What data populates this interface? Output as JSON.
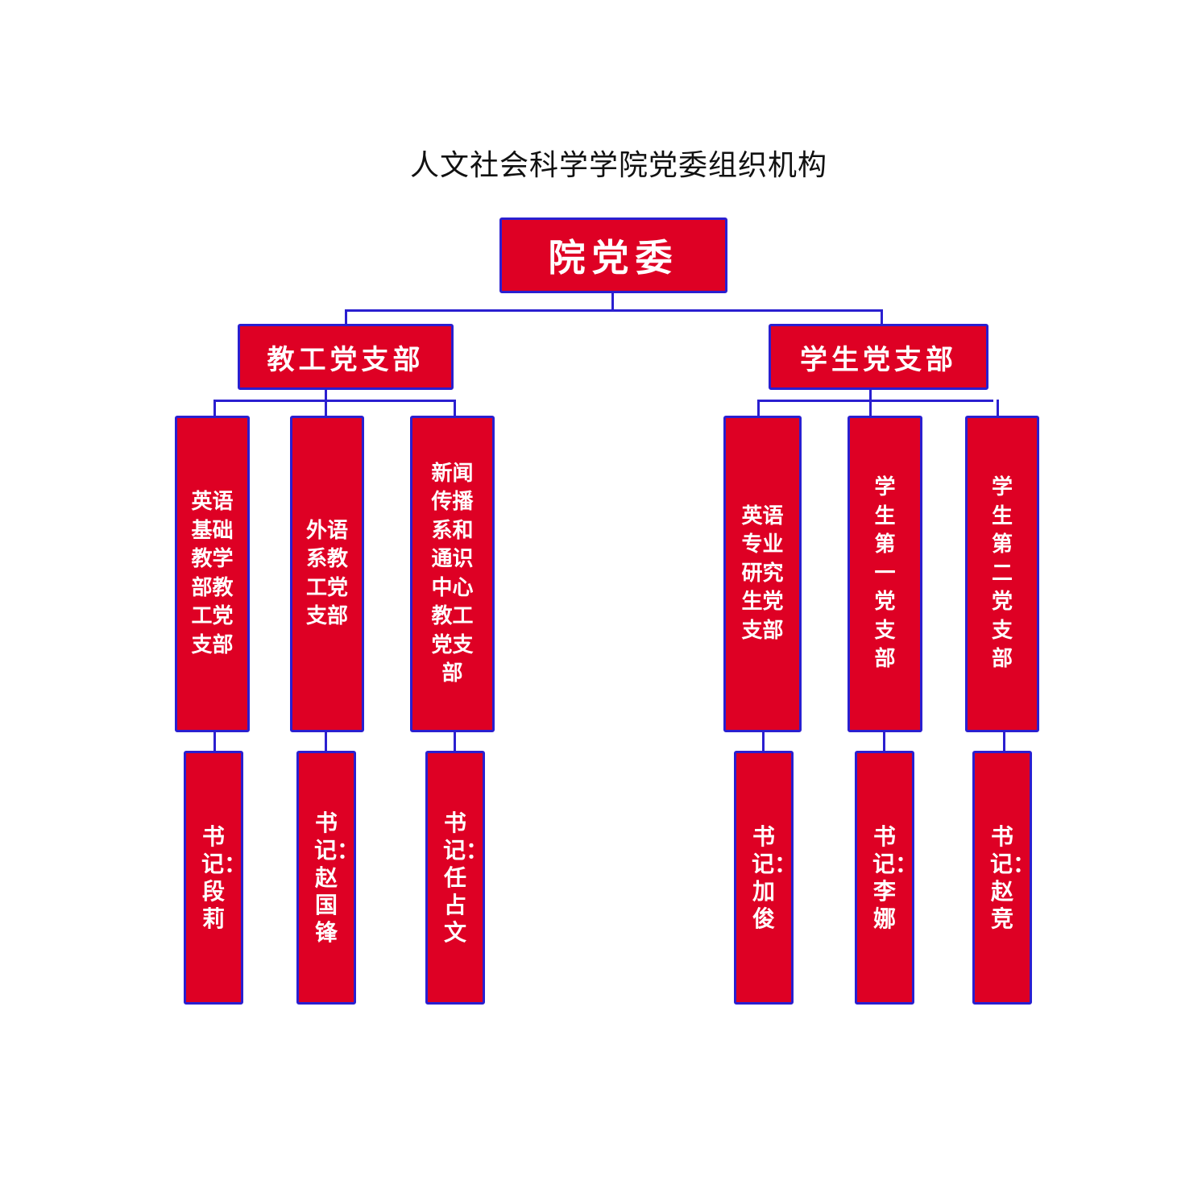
{
  "title": "人文社会科学学院党委组织机构",
  "root": {
    "label": "院党委"
  },
  "branches": [
    {
      "label": "教工党支部",
      "units": [
        {
          "label": "英语基础教学部教工党支部",
          "secretary": "书记：段　莉"
        },
        {
          "label": "外语系教工党支部",
          "secretary": "书记：赵国锋"
        },
        {
          "label": "新闻传播系和通识中心教工党支部",
          "secretary": "书记：任占文"
        }
      ]
    },
    {
      "label": "学生党支部",
      "units": [
        {
          "label": "英语专业研究生党支部",
          "secretary": "书记：加　俊"
        },
        {
          "label": "学生第一党支部",
          "secretary": "书记：李　娜"
        },
        {
          "label": "学生第二党支部",
          "secretary": "书记：赵　竞"
        }
      ]
    }
  ],
  "colors": {
    "box_fill": "#de0024",
    "border": "#2a1fd0",
    "text": "#ffffff"
  }
}
